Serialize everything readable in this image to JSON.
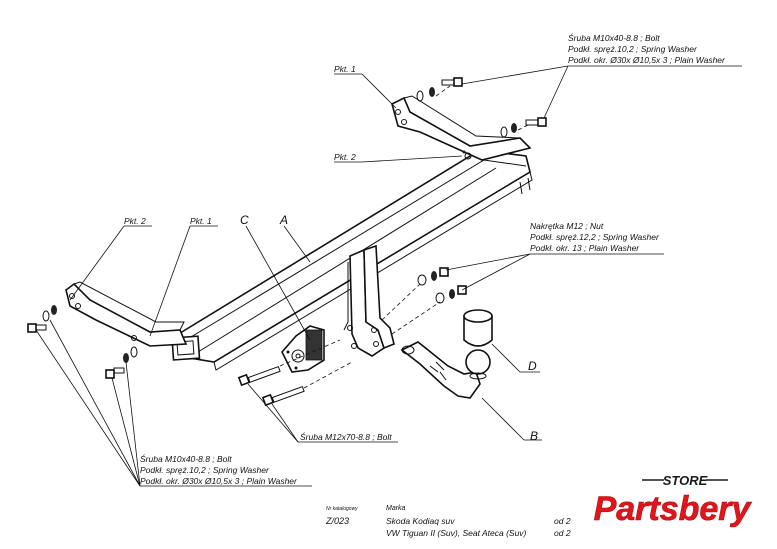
{
  "callouts": {
    "top_right": [
      "Śruba M10x40-8.8 ;  Bolt",
      "Podkł. spręż.10,2 ; Spring Washer",
      "Podkł. okr.  Ø30x Ø10,5x 3 ; Plain Washer"
    ],
    "nut_group": [
      "Nakrętka  M12 ; Nut",
      "Podkł. spręż.12,2 ; Spring Washer",
      "Podkł. okr. 13 ; Plain Washer"
    ],
    "bottom_left": [
      "Śruba M10x40-8.8 ;  Bolt",
      "Podkł. spręż.10,2 ; Spring Washer",
      "Podkł. okr.  Ø30x Ø10,5x 3 ; Plain Washer"
    ],
    "bolt_m12": "Śruba M12x70-8.8 ;  Bolt"
  },
  "points": {
    "pkt1_top": "Pkt. 1",
    "pkt2_top": "Pkt. 2",
    "pkt2_left": "Pkt. 2",
    "pkt1_left": "Pkt. 1"
  },
  "letters": {
    "a": "A",
    "b": "B",
    "c": "C",
    "d": "D"
  },
  "table": {
    "catalog_header": "Nr katalogowy",
    "catalog_value": "Z/023",
    "brand_header": "Marka",
    "models": [
      "Skoda Kodiaq suv",
      "VW Tiguan II (Suv), Seat Ateca (Suv)"
    ],
    "from": [
      "od 2",
      "od 2"
    ]
  },
  "brand": {
    "store": "STORE",
    "name": "Partsbery",
    "red": "#e3151a",
    "dark": "#1a1a1a"
  }
}
